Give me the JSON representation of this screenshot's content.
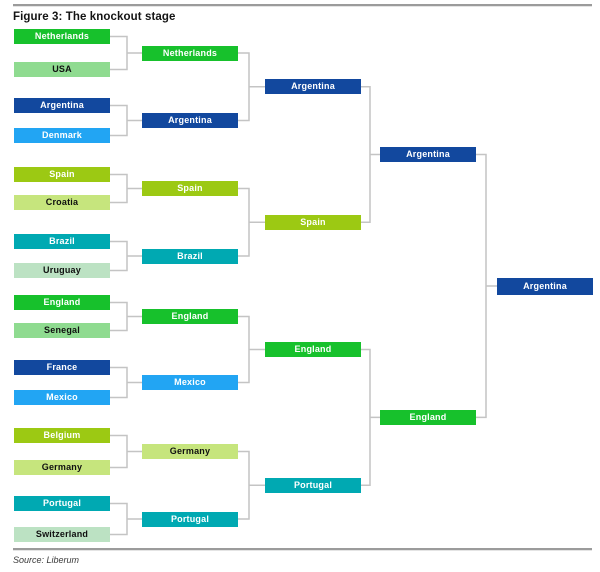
{
  "figure": {
    "title": "Figure 3: The knockout stage",
    "source": "Source: Liberum"
  },
  "palette": {
    "bright_green": "#17c12c",
    "light_green": "#8fdb90",
    "dark_blue": "#12489e",
    "light_blue": "#22a5f3",
    "yellow_green": "#9cc913",
    "light_yellow_green": "#c6e57d",
    "teal": "#00a9b2",
    "pale_green": "#bce2c3",
    "connector": "#c4c4c4"
  },
  "bracket": {
    "round_of_16": [
      "Netherlands",
      "USA",
      "Argentina",
      "Denmark",
      "Spain",
      "Croatia",
      "Brazil",
      "Uruguay",
      "England",
      "Senegal",
      "France",
      "Mexico",
      "Belgium",
      "Germany",
      "Portugal",
      "Switzerland"
    ],
    "quarter_finals": [
      "Netherlands",
      "Argentina",
      "Spain",
      "Brazil",
      "England",
      "Mexico",
      "Germany",
      "Portugal"
    ],
    "semi_finals": [
      "Argentina",
      "Spain",
      "England",
      "Portugal"
    ],
    "final": [
      "Argentina",
      "England"
    ],
    "winner": "Argentina",
    "team_colors": {
      "Netherlands": "#17c12c",
      "USA": "#8fdb90",
      "Argentina": "#12489e",
      "Denmark": "#22a5f3",
      "Spain": "#9cc913",
      "Croatia": "#c6e57d",
      "Brazil": "#00a9b2",
      "Uruguay": "#bce2c3",
      "England": "#17c12c",
      "Senegal": "#8fdb90",
      "France": "#12489e",
      "Mexico": "#22a5f3",
      "Belgium": "#9cc913",
      "Germany": "#c6e57d",
      "Portugal": "#00a9b2",
      "Switzerland": "#bce2c3"
    }
  }
}
